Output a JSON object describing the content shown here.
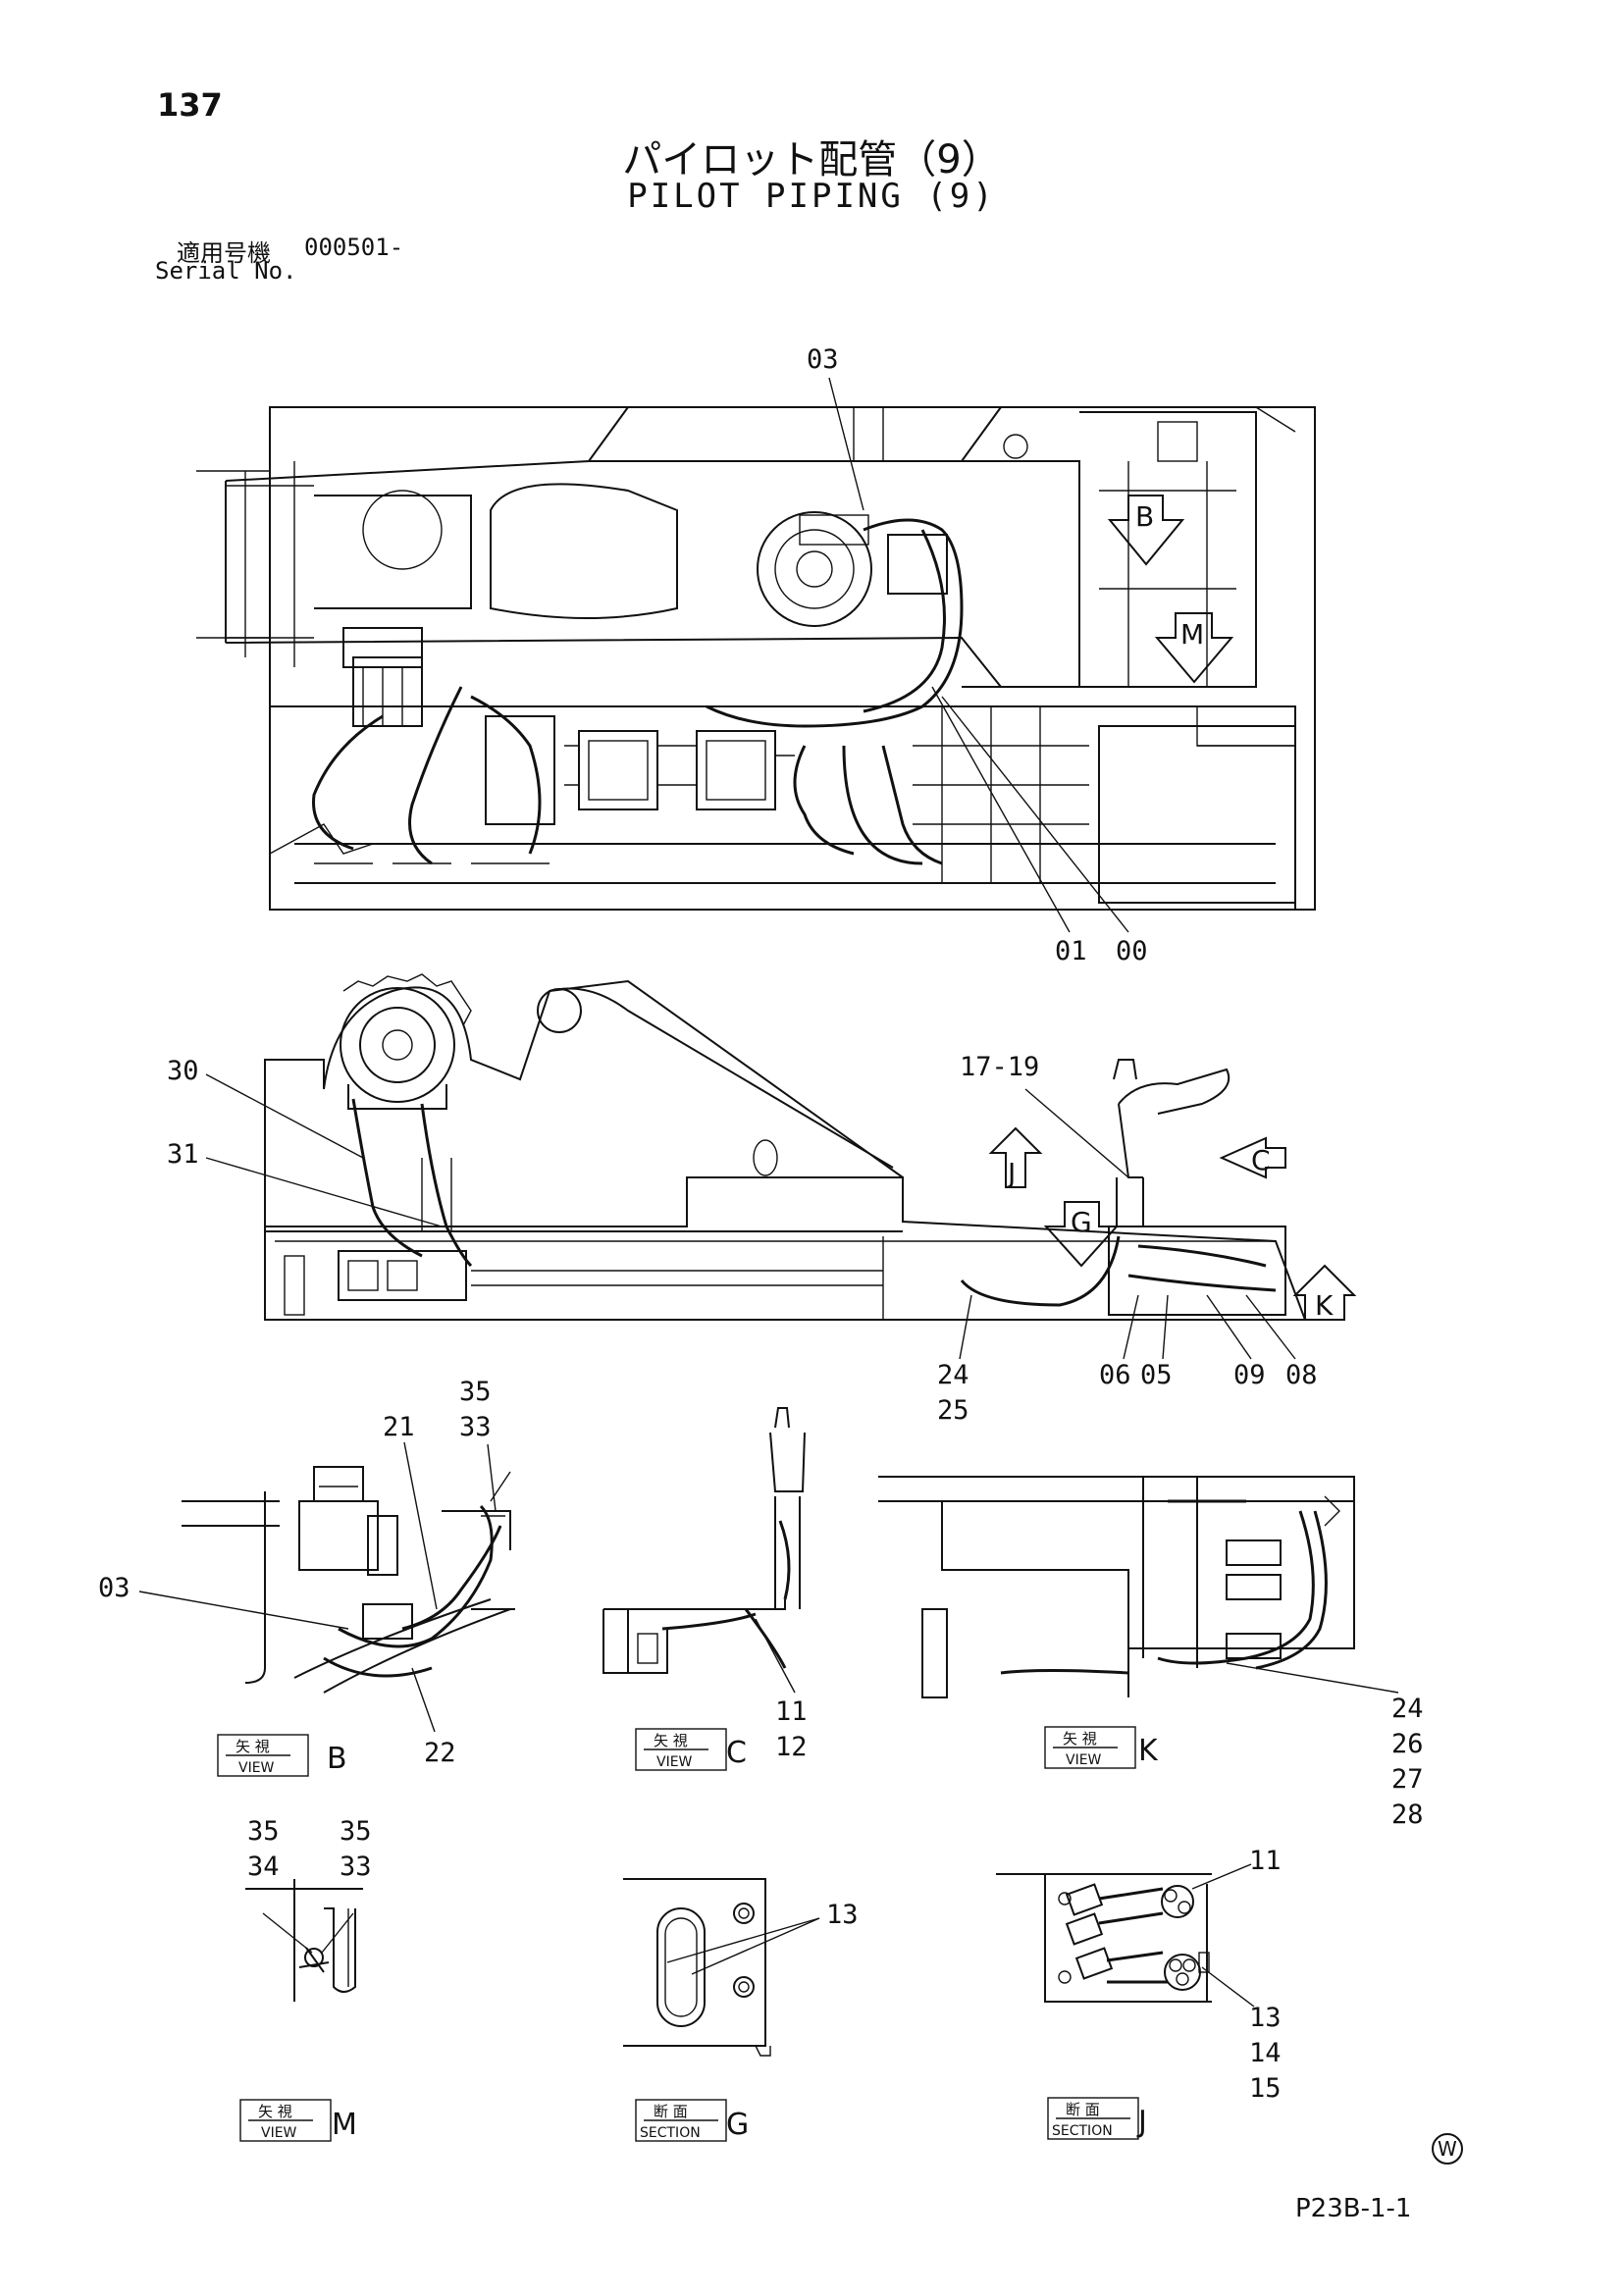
{
  "page_number": "137",
  "title_jp": "パイロット配管（9）",
  "title_en": "PILOT PIPING (9)",
  "serial": {
    "label_jp": "適用号機",
    "value": "000501-",
    "label_en": "Serial No."
  },
  "callouts": {
    "c03_top": "03",
    "c01": "01",
    "c00": "00",
    "c30": "30",
    "c31": "31",
    "c17_19": "17-19",
    "c24": "24",
    "c25": "25",
    "c06": "06",
    "c05": "05",
    "c09": "09",
    "c08": "08",
    "c35a": "35",
    "c33a": "33",
    "c21": "21",
    "c03b": "03",
    "c22": "22",
    "c11a": "11",
    "c12": "12",
    "c24b": "24",
    "c26": "26",
    "c27": "27",
    "c28": "28",
    "c35b": "35",
    "c34": "34",
    "c35c": "35",
    "c33b": "33",
    "c13a": "13",
    "c11b": "11",
    "c13b": "13",
    "c14": "14",
    "c15": "15"
  },
  "arrows": {
    "B": "B",
    "M": "M",
    "J": "J",
    "C": "C",
    "G": "G",
    "K": "K"
  },
  "view_labels": {
    "view_jp": "矢 視",
    "view_en": "VIEW",
    "section_jp": "断 面",
    "section_en": "SECTION",
    "viewB": "B",
    "viewC": "C",
    "viewK": "K",
    "viewM": "M",
    "sectionG": "G",
    "sectionJ": "J"
  },
  "watermark": "W",
  "reference_code": "P23B-1-1"
}
